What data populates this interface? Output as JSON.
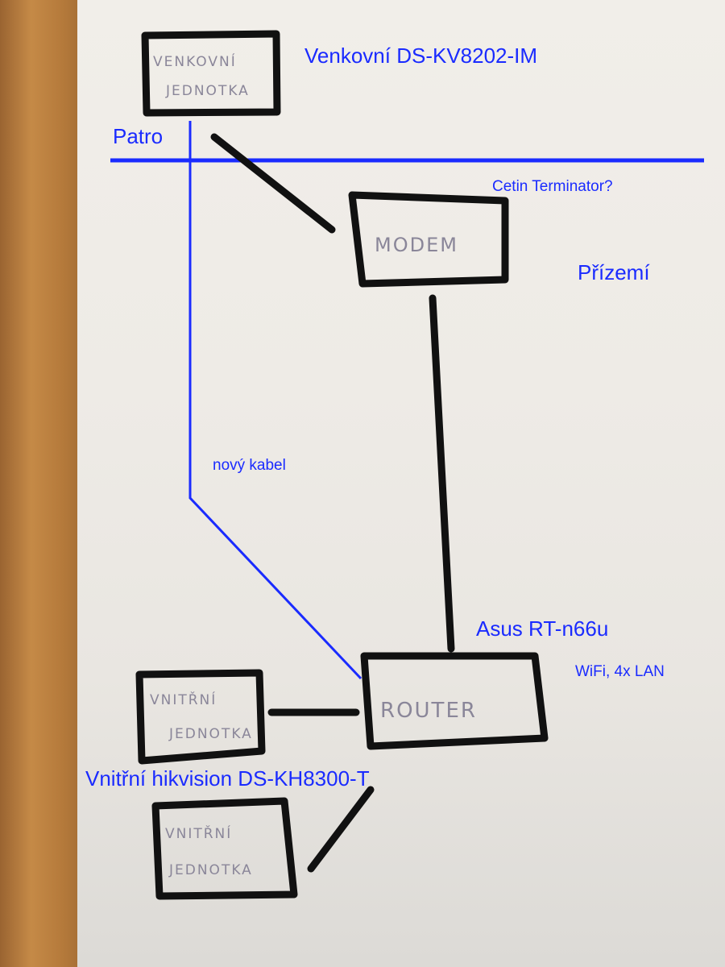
{
  "diagram": {
    "boxes": {
      "outdoor_unit": [
        "VENKOVNÍ",
        "JEDNOTKA"
      ],
      "modem": [
        "MODEM"
      ],
      "router": [
        "ROUTER"
      ],
      "indoor_unit_1": [
        "VNITŘNÍ",
        "JEDNOTKA"
      ],
      "indoor_unit_2": [
        "VNITŘNÍ",
        "JEDNOTKA"
      ]
    },
    "annotations": {
      "outdoor_model": "Venkovní DS-KV8202-IM",
      "floor_upper": "Patro",
      "modem_note": "Cetin Terminator?",
      "floor_ground": "Přízemí",
      "new_cable": "nový kabel",
      "router_model": "Asus RT-n66u",
      "router_specs": "WiFi, 4x LAN",
      "indoor_model": "Vnitřní hikvision DS-KH8300-T"
    },
    "colors": {
      "annotation": "#1a2bff",
      "marker": "#111111",
      "pencil": "#8a8699"
    }
  }
}
